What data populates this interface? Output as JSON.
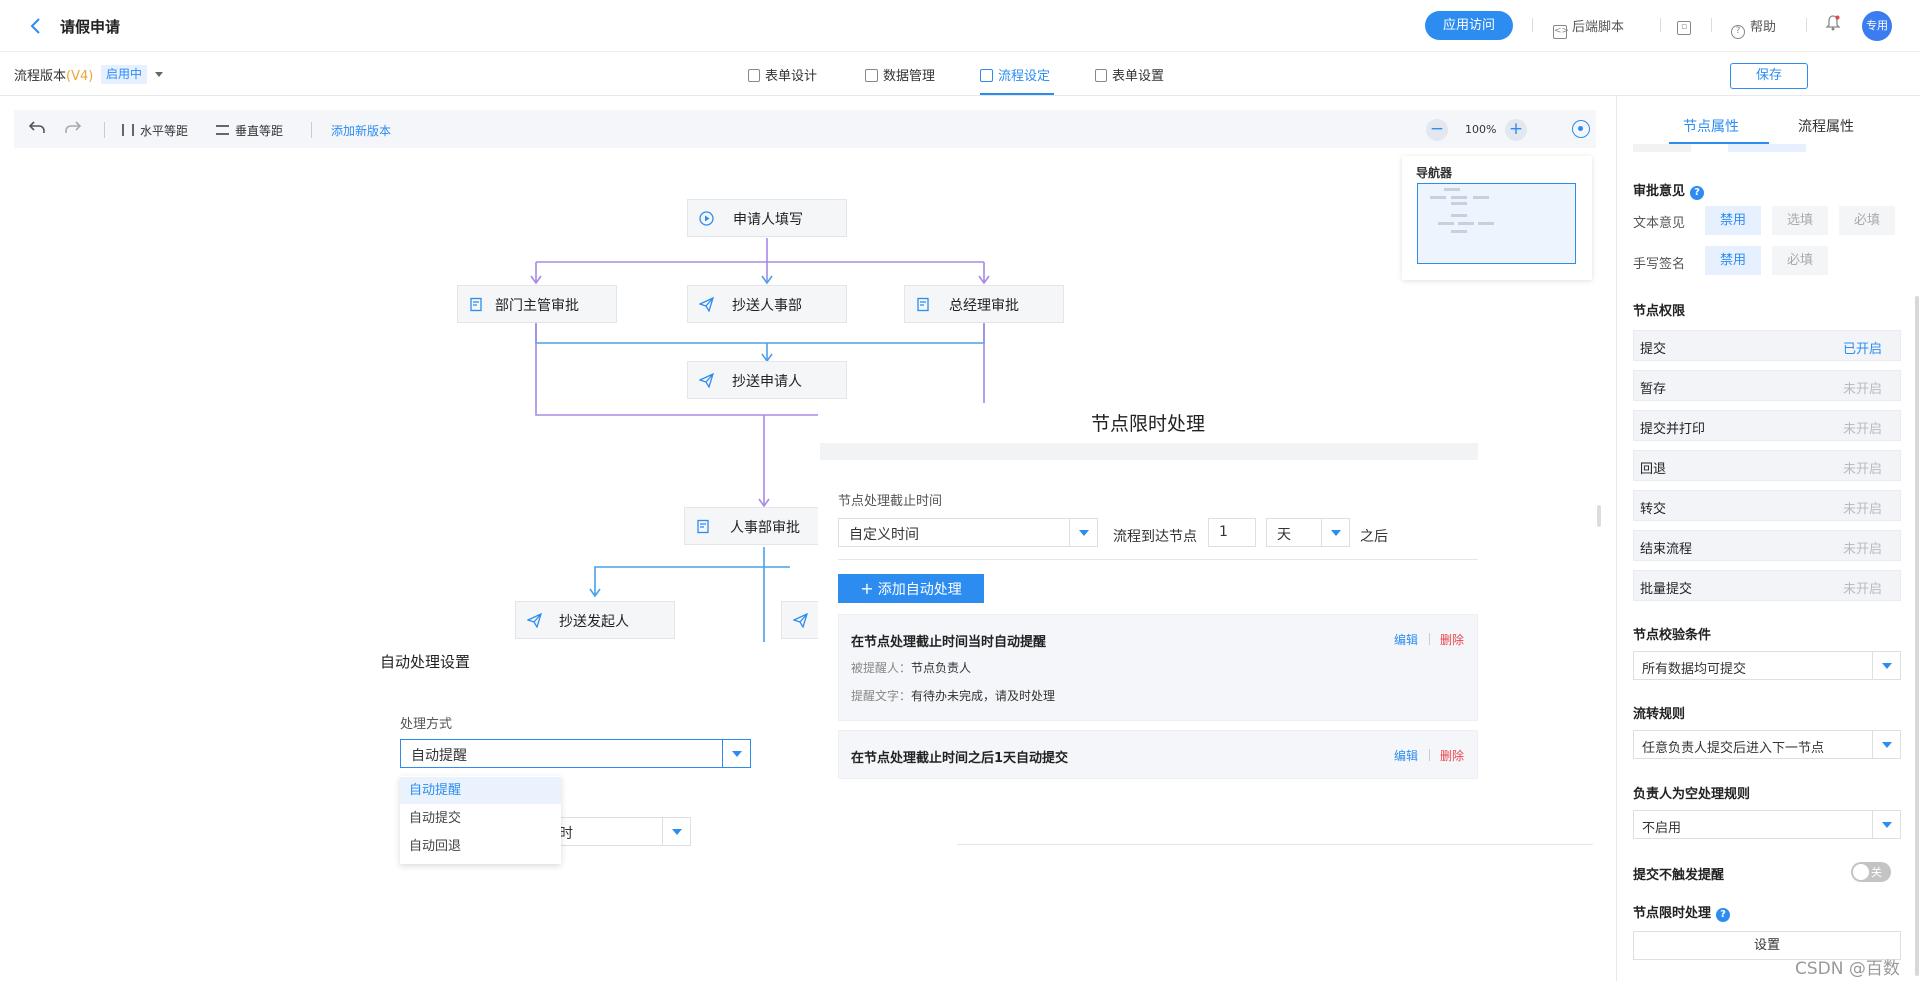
{
  "header": {
    "title": "请假申请",
    "app_access": "应用访问",
    "backend_script": "后端脚本",
    "help": "帮助",
    "avatar_text": "专用"
  },
  "subbar": {
    "version_label": "流程版本",
    "version": "(V4)",
    "status": "启用中",
    "tabs": [
      {
        "label": "表单设计",
        "icon": "form-design-icon"
      },
      {
        "label": "数据管理",
        "icon": "data-icon"
      },
      {
        "label": "流程设定",
        "icon": "flow-icon",
        "active": true
      },
      {
        "label": "表单设置",
        "icon": "form-settings-icon"
      }
    ],
    "save": "保存"
  },
  "toolbar": {
    "h_spacing": "水平等距",
    "v_spacing": "垂直等距",
    "add_version": "添加新版本",
    "zoom": "100%"
  },
  "navigator": {
    "title": "导航器"
  },
  "flow": {
    "nodes": [
      {
        "label": "申请人填写",
        "icon": "play-icon"
      },
      {
        "label": "部门主管审批",
        "icon": "approve-icon"
      },
      {
        "label": "抄送人事部",
        "icon": "send-icon"
      },
      {
        "label": "总经理审批",
        "icon": "approve-icon"
      },
      {
        "label": "抄送申请人",
        "icon": "send-icon"
      },
      {
        "label": "人事部审批",
        "icon": "approve-icon"
      },
      {
        "label": "抄送发起人",
        "icon": "send-icon"
      }
    ]
  },
  "ntl_dialog": {
    "title": "节点限时处理",
    "deadline_label": "节点处理截止时间",
    "deadline_type": "自定义时间",
    "arrive_label": "流程到达节点",
    "amount": "1",
    "unit": "天",
    "after": "之后",
    "add_btn": "添加自动处理",
    "rules": [
      {
        "title": "在节点处理截止时间当时自动提醒",
        "remind_key": "被提醒人：",
        "remind_val": "节点负责人",
        "text_key": "提醒文字：",
        "text_val": "有待办未完成，请及时处理",
        "edit": "编辑",
        "delete": "删除"
      },
      {
        "title": "在节点处理截止时间之后1天自动提交",
        "edit": "编辑",
        "delete": "删除"
      }
    ]
  },
  "auto_dialog": {
    "title": "自动处理设置",
    "method_label": "处理方式",
    "method_value": "自动提醒",
    "options": [
      "自动提醒",
      "自动提交",
      "自动回退"
    ],
    "behind_select_value": "时"
  },
  "rpanel": {
    "tabs": [
      "节点属性",
      "流程属性"
    ],
    "approval_opinion": "审批意见",
    "text_opinion": "文本意见",
    "text_opts": [
      "禁用",
      "选填",
      "必填"
    ],
    "handwriting": "手写签名",
    "hand_opts": [
      "禁用",
      "必填"
    ],
    "perm_title": "节点权限",
    "perms": [
      {
        "name": "提交",
        "status": "已开启",
        "on": true
      },
      {
        "name": "暂存",
        "status": "未开启",
        "on": false
      },
      {
        "name": "提交并打印",
        "status": "未开启",
        "on": false
      },
      {
        "name": "回退",
        "status": "未开启",
        "on": false
      },
      {
        "name": "转交",
        "status": "未开启",
        "on": false
      },
      {
        "name": "结束流程",
        "status": "未开启",
        "on": false
      },
      {
        "name": "批量提交",
        "status": "未开启",
        "on": false
      }
    ],
    "check_title": "节点校验条件",
    "check_value": "所有数据均可提交",
    "flow_rule_title": "流转规则",
    "flow_rule_value": "任意负责人提交后进入下一节点",
    "empty_owner_title": "负责人为空处理规则",
    "empty_owner_value": "不启用",
    "no_remind_label": "提交不触发提醒",
    "toggle_text": "关",
    "time_limit_title": "节点限时处理",
    "settings_btn": "设置"
  },
  "watermark": "CSDN @百数",
  "colors": {
    "primary": "#2d8cf0",
    "danger": "#e8454a",
    "flow_line_purple": "#9b7be0",
    "flow_line_blue": "#4aa0ea"
  }
}
